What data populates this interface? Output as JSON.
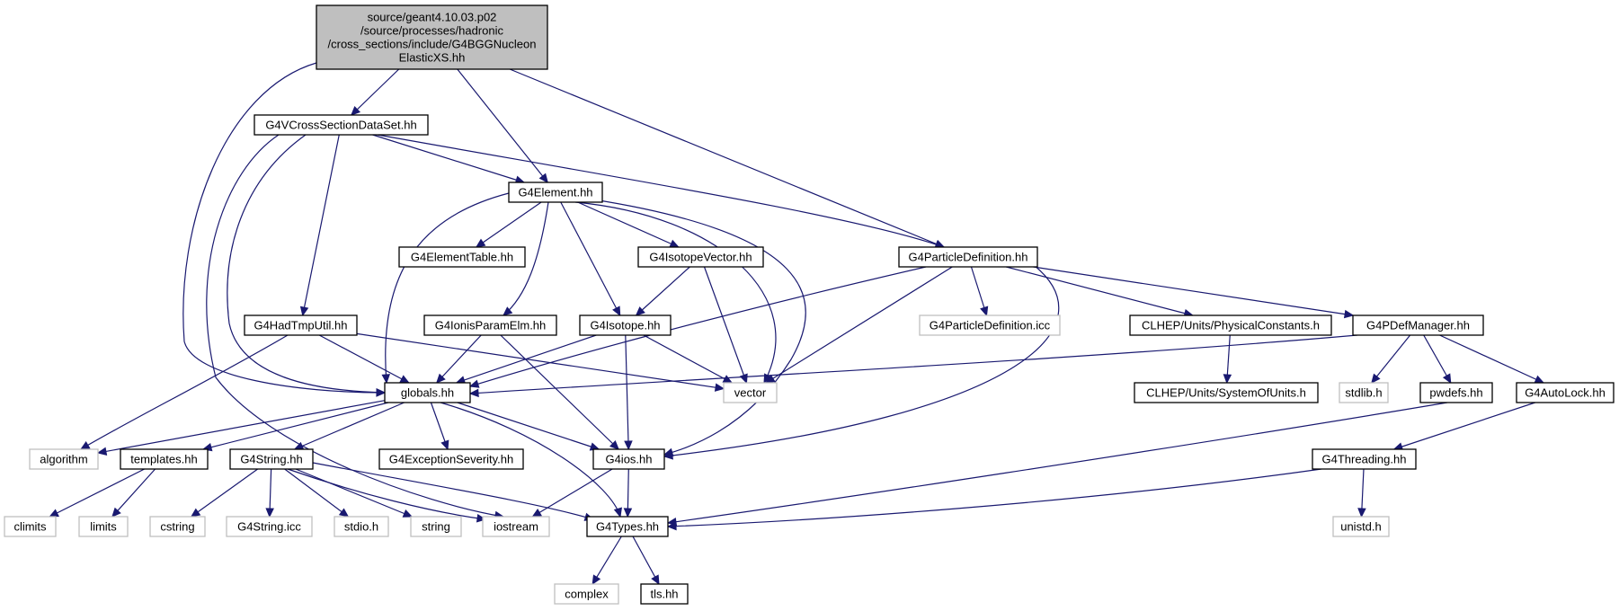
{
  "diagram": {
    "type": "include-dependency-graph",
    "colors": {
      "edge": "#191970",
      "root_fill": "#bfbfbf",
      "external_border": "#bfbfbf",
      "internal_border": "#000000",
      "background": "#ffffff"
    },
    "nodes": [
      {
        "id": "root",
        "lines": [
          "source/geant4.10.03.p02",
          "/source/processes/hadronic",
          "/cross_sections/include/G4BGGNucleon",
          "ElasticXS.hh"
        ],
        "kind": "root"
      },
      {
        "id": "G4VCrossSectionDataSet",
        "lines": [
          "G4VCrossSectionDataSet.hh"
        ],
        "kind": "internal"
      },
      {
        "id": "G4Element",
        "lines": [
          "G4Element.hh"
        ],
        "kind": "internal"
      },
      {
        "id": "G4ElementTable",
        "lines": [
          "G4ElementTable.hh"
        ],
        "kind": "internal"
      },
      {
        "id": "G4IsotopeVector",
        "lines": [
          "G4IsotopeVector.hh"
        ],
        "kind": "internal"
      },
      {
        "id": "G4ParticleDefinition",
        "lines": [
          "G4ParticleDefinition.hh"
        ],
        "kind": "internal"
      },
      {
        "id": "G4HadTmpUtil",
        "lines": [
          "G4HadTmpUtil.hh"
        ],
        "kind": "internal"
      },
      {
        "id": "G4IonisParamElm",
        "lines": [
          "G4IonisParamElm.hh"
        ],
        "kind": "internal"
      },
      {
        "id": "G4Isotope",
        "lines": [
          "G4Isotope.hh"
        ],
        "kind": "internal"
      },
      {
        "id": "G4ParticleDefinition_icc",
        "lines": [
          "G4ParticleDefinition.icc"
        ],
        "kind": "external"
      },
      {
        "id": "PhysicalConstants",
        "lines": [
          "CLHEP/Units/PhysicalConstants.h"
        ],
        "kind": "internal"
      },
      {
        "id": "G4PDefManager",
        "lines": [
          "G4PDefManager.hh"
        ],
        "kind": "internal"
      },
      {
        "id": "globals",
        "lines": [
          "globals.hh"
        ],
        "kind": "internal"
      },
      {
        "id": "vector",
        "lines": [
          "vector"
        ],
        "kind": "external"
      },
      {
        "id": "SystemOfUnits",
        "lines": [
          "CLHEP/Units/SystemOfUnits.h"
        ],
        "kind": "internal"
      },
      {
        "id": "stdlib",
        "lines": [
          "stdlib.h"
        ],
        "kind": "external"
      },
      {
        "id": "pwdefs",
        "lines": [
          "pwdefs.hh"
        ],
        "kind": "internal"
      },
      {
        "id": "G4AutoLock",
        "lines": [
          "G4AutoLock.hh"
        ],
        "kind": "internal"
      },
      {
        "id": "algorithm",
        "lines": [
          "algorithm"
        ],
        "kind": "external"
      },
      {
        "id": "templates",
        "lines": [
          "templates.hh"
        ],
        "kind": "internal"
      },
      {
        "id": "G4String",
        "lines": [
          "G4String.hh"
        ],
        "kind": "internal"
      },
      {
        "id": "G4ExceptionSeverity",
        "lines": [
          "G4ExceptionSeverity.hh"
        ],
        "kind": "internal"
      },
      {
        "id": "G4ios",
        "lines": [
          "G4ios.hh"
        ],
        "kind": "internal"
      },
      {
        "id": "G4Threading",
        "lines": [
          "G4Threading.hh"
        ],
        "kind": "internal"
      },
      {
        "id": "climits",
        "lines": [
          "climits"
        ],
        "kind": "external"
      },
      {
        "id": "limits",
        "lines": [
          "limits"
        ],
        "kind": "external"
      },
      {
        "id": "cstring",
        "lines": [
          "cstring"
        ],
        "kind": "external"
      },
      {
        "id": "G4String_icc",
        "lines": [
          "G4String.icc"
        ],
        "kind": "external"
      },
      {
        "id": "stdio",
        "lines": [
          "stdio.h"
        ],
        "kind": "external"
      },
      {
        "id": "string",
        "lines": [
          "string"
        ],
        "kind": "external"
      },
      {
        "id": "iostream",
        "lines": [
          "iostream"
        ],
        "kind": "external"
      },
      {
        "id": "G4Types",
        "lines": [
          "G4Types.hh"
        ],
        "kind": "internal"
      },
      {
        "id": "unistd",
        "lines": [
          "unistd.h"
        ],
        "kind": "external"
      },
      {
        "id": "complex",
        "lines": [
          "complex"
        ],
        "kind": "external"
      },
      {
        "id": "tls",
        "lines": [
          "tls.hh"
        ],
        "kind": "internal"
      }
    ],
    "edges": [
      [
        "root",
        "G4VCrossSectionDataSet"
      ],
      [
        "root",
        "G4Element"
      ],
      [
        "root",
        "G4ParticleDefinition"
      ],
      [
        "root",
        "globals"
      ],
      [
        "G4VCrossSectionDataSet",
        "G4Element"
      ],
      [
        "G4VCrossSectionDataSet",
        "G4ParticleDefinition"
      ],
      [
        "G4VCrossSectionDataSet",
        "G4HadTmpUtil"
      ],
      [
        "G4VCrossSectionDataSet",
        "globals"
      ],
      [
        "G4VCrossSectionDataSet",
        "iostream"
      ],
      [
        "G4Element",
        "G4ElementTable"
      ],
      [
        "G4Element",
        "G4IsotopeVector"
      ],
      [
        "G4Element",
        "G4IonisParamElm"
      ],
      [
        "G4Element",
        "G4Isotope"
      ],
      [
        "G4Element",
        "globals"
      ],
      [
        "G4Element",
        "vector"
      ],
      [
        "G4Element",
        "G4ios"
      ],
      [
        "G4IsotopeVector",
        "G4Isotope"
      ],
      [
        "G4IsotopeVector",
        "vector"
      ],
      [
        "G4ParticleDefinition",
        "globals"
      ],
      [
        "G4ParticleDefinition",
        "vector"
      ],
      [
        "G4ParticleDefinition",
        "G4ParticleDefinition_icc"
      ],
      [
        "G4ParticleDefinition",
        "PhysicalConstants"
      ],
      [
        "G4ParticleDefinition",
        "G4PDefManager"
      ],
      [
        "G4ParticleDefinition",
        "G4ios"
      ],
      [
        "G4HadTmpUtil",
        "globals"
      ],
      [
        "G4HadTmpUtil",
        "vector"
      ],
      [
        "G4HadTmpUtil",
        "algorithm"
      ],
      [
        "G4IonisParamElm",
        "globals"
      ],
      [
        "G4IonisParamElm",
        "G4ios"
      ],
      [
        "G4Isotope",
        "globals"
      ],
      [
        "G4Isotope",
        "G4ios"
      ],
      [
        "G4Isotope",
        "vector"
      ],
      [
        "PhysicalConstants",
        "SystemOfUnits"
      ],
      [
        "G4PDefManager",
        "globals"
      ],
      [
        "G4PDefManager",
        "stdlib"
      ],
      [
        "G4PDefManager",
        "pwdefs"
      ],
      [
        "G4PDefManager",
        "G4AutoLock"
      ],
      [
        "globals",
        "algorithm"
      ],
      [
        "globals",
        "templates"
      ],
      [
        "globals",
        "G4String"
      ],
      [
        "globals",
        "G4ExceptionSeverity"
      ],
      [
        "globals",
        "G4ios"
      ],
      [
        "globals",
        "G4Types"
      ],
      [
        "pwdefs",
        "G4Types"
      ],
      [
        "G4AutoLock",
        "G4Threading"
      ],
      [
        "templates",
        "climits"
      ],
      [
        "templates",
        "limits"
      ],
      [
        "G4String",
        "cstring"
      ],
      [
        "G4String",
        "G4String_icc"
      ],
      [
        "G4String",
        "stdio"
      ],
      [
        "G4String",
        "string"
      ],
      [
        "G4String",
        "iostream"
      ],
      [
        "G4String",
        "G4Types"
      ],
      [
        "G4ios",
        "iostream"
      ],
      [
        "G4ios",
        "G4Types"
      ],
      [
        "G4Threading",
        "G4Types"
      ],
      [
        "G4Threading",
        "unistd"
      ],
      [
        "G4Types",
        "complex"
      ],
      [
        "G4Types",
        "tls"
      ]
    ]
  }
}
